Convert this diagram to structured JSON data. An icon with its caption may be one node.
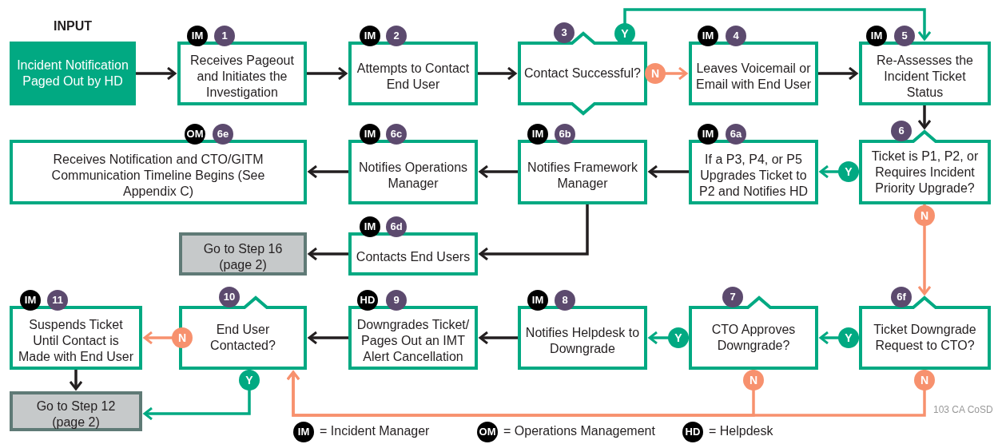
{
  "diagram": {
    "nodes": [
      {
        "text": [
          "INPUT",
          "Incident Notification Paged Out by HD"
        ]
      },
      {
        "text": [
          "IM",
          "1",
          "Receives Pageout and Initiates the Investigation"
        ]
      },
      {
        "text": [
          "IM",
          "2",
          "Attempts to Contact End User"
        ]
      },
      {
        "text": [
          "3",
          "Contact Successful?"
        ]
      },
      {
        "text": [
          "IM",
          "4",
          "Leaves Voicemail or Email with End User"
        ]
      },
      {
        "text": [
          "IM",
          "5",
          "Re-Assesses the Incident Ticket Status"
        ]
      },
      {
        "text": [
          "6",
          "Ticket is P1, P2, or Requires Incident Priority Upgrade?"
        ]
      },
      {
        "text": [
          "IM",
          "6a",
          "If a P3, P4, or P5 Upgrades Ticket to P2 and Notifies HD"
        ]
      },
      {
        "text": [
          "IM",
          "6b",
          "Notifies Framework Manager"
        ]
      },
      {
        "text": [
          "IM",
          "6c",
          "Notifies Operations Manager"
        ]
      },
      {
        "text": [
          "OM",
          "6e",
          "Receives Notification and CTO/GITM Communication Timeline Begins (See Appendix C)"
        ]
      },
      {
        "text": [
          "IM",
          "6d",
          "Contacts End Users"
        ]
      },
      {
        "text": [
          "Go to Step 16 (page 2)"
        ]
      },
      {
        "text": [
          "6f",
          "Ticket Downgrade Request to CTO?"
        ]
      },
      {
        "text": [
          "7",
          "CTO Approves Downgrade?"
        ]
      },
      {
        "text": [
          "IM",
          "8",
          "Notifies Helpdesk to Downgrade"
        ]
      },
      {
        "text": [
          "HD",
          "9",
          "Downgrades Ticket/ Pages Out an IMT Alert Cancellation"
        ]
      },
      {
        "text": [
          "10",
          "End User Contacted?"
        ]
      },
      {
        "text": [
          "IM",
          "11",
          "Suspends Ticket Until Contact is Made with End User"
        ]
      },
      {
        "text": [
          "Go to Step 12 (page 2)"
        ]
      }
    ],
    "edges": [
      {
        "from": 0,
        "to": 1,
        "arrow": "to"
      },
      {
        "from": 1,
        "to": 2,
        "arrow": "to"
      },
      {
        "from": 2,
        "to": 3,
        "arrow": "to"
      },
      {
        "from": 3,
        "to": 4,
        "arrow": "to",
        "label": "N",
        "color": "#f7916e"
      },
      {
        "from": 3,
        "to": 5,
        "arrow": "to",
        "label": "Y",
        "color": "#01a982"
      },
      {
        "from": 4,
        "to": 5,
        "arrow": "to"
      },
      {
        "from": 5,
        "to": 6,
        "arrow": "to"
      },
      {
        "from": 6,
        "to": 7,
        "arrow": "to",
        "label": "Y",
        "color": "#01a982"
      },
      {
        "from": 7,
        "to": 8,
        "arrow": "to"
      },
      {
        "from": 8,
        "to": 9,
        "arrow": "to"
      },
      {
        "from": 9,
        "to": 10,
        "arrow": "to"
      },
      {
        "from": 8,
        "to": 11,
        "arrow": "to"
      },
      {
        "from": 11,
        "to": 12,
        "arrow": "to"
      },
      {
        "from": 6,
        "to": 13,
        "arrow": "to",
        "label": "N",
        "color": "#f7916e"
      },
      {
        "from": 13,
        "to": 14,
        "arrow": "to",
        "label": "Y",
        "color": "#01a982"
      },
      {
        "from": 14,
        "to": 15,
        "arrow": "to",
        "label": "Y",
        "color": "#01a982"
      },
      {
        "from": 15,
        "to": 16,
        "arrow": "to"
      },
      {
        "from": 16,
        "to": 17,
        "arrow": "to"
      },
      {
        "from": 14,
        "to": 17,
        "arrow": "to",
        "label": "N",
        "color": "#f7916e"
      },
      {
        "from": 13,
        "to": 17,
        "arrow": "to",
        "label": "N",
        "color": "#f7916e"
      },
      {
        "from": 17,
        "to": 18,
        "arrow": "to",
        "label": "N",
        "color": "#f7916e"
      },
      {
        "from": 17,
        "to": 19,
        "arrow": "to",
        "label": "Y",
        "color": "#01a982"
      },
      {
        "from": 18,
        "to": 19,
        "arrow": "to"
      }
    ],
    "labels": [
      "IM",
      "= Incident Manager",
      "OM",
      "= Operations Management",
      "HD",
      "= Helpdesk",
      "103 CA CoSD"
    ]
  }
}
